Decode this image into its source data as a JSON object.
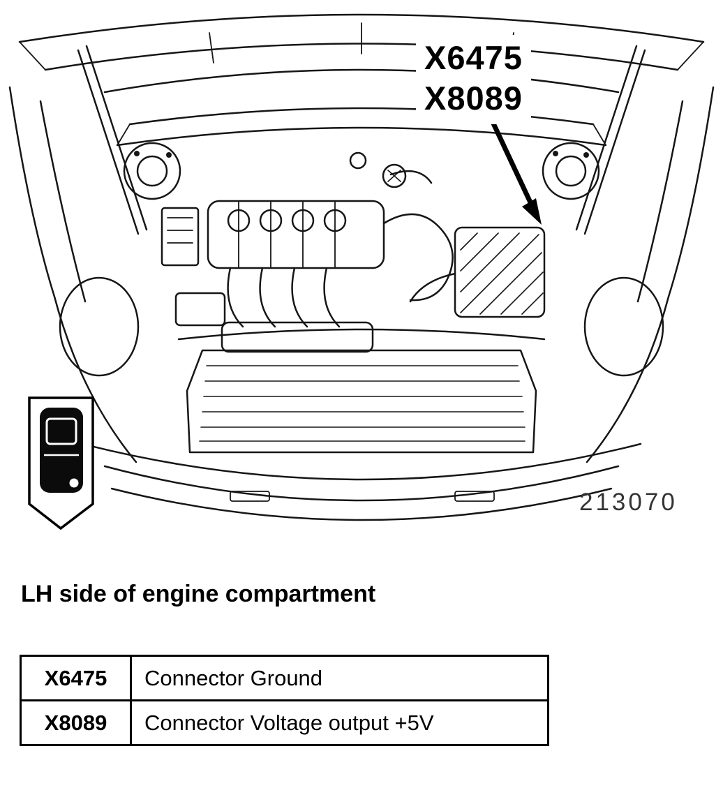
{
  "figure": {
    "callout_labels": [
      "X6475",
      "X8089"
    ],
    "figure_number": "213070",
    "location_icon": "car-top-view-location-indicator"
  },
  "caption": "LH side of engine compartment",
  "table": {
    "rows": [
      {
        "code": "X6475",
        "description": "Connector Ground"
      },
      {
        "code": "X8089",
        "description": "Connector Voltage output +5V"
      }
    ]
  },
  "colors": {
    "ink": "#161616",
    "background": "#ffffff"
  }
}
